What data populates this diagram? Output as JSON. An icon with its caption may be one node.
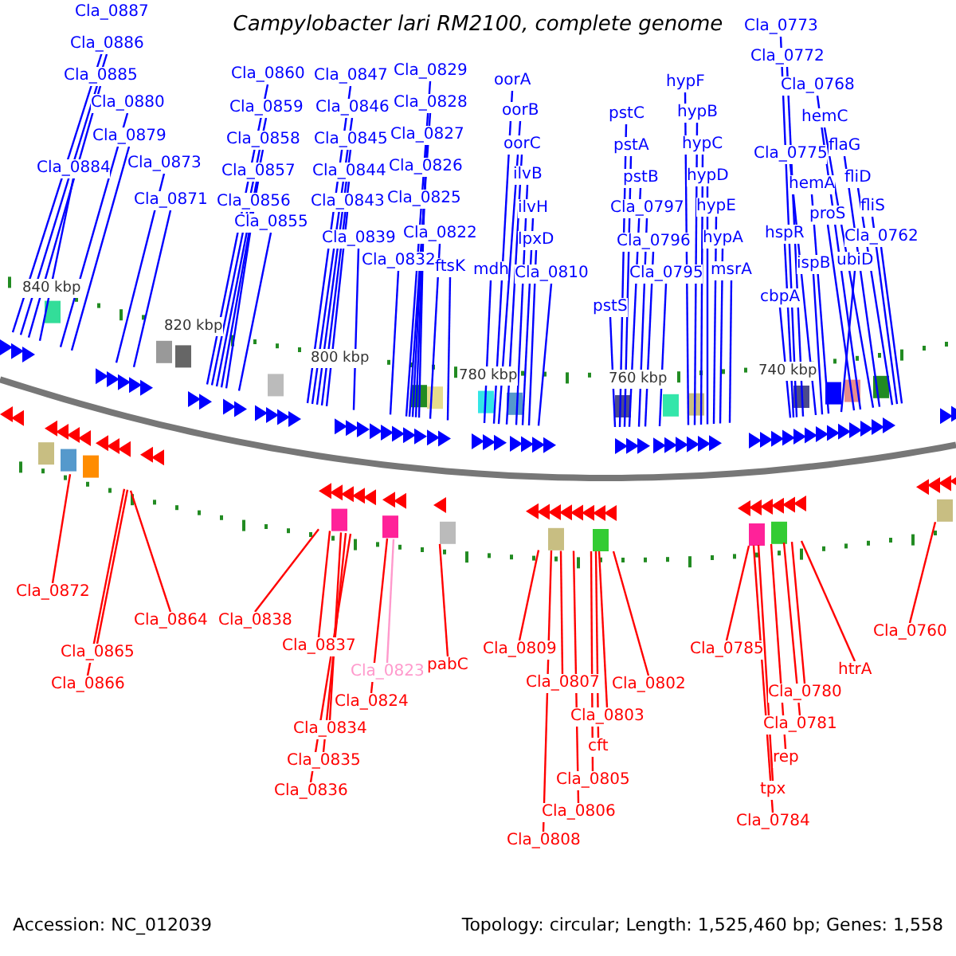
{
  "diagram": {
    "title": "Campylobacter lari RM2100, complete genome",
    "nodes": [
      {
        "text": [
          "Cla_0887"
        ]
      },
      {
        "text": [
          "Cla_0886"
        ]
      },
      {
        "text": [
          "Cla_0885"
        ]
      },
      {
        "text": [
          "Cla_0880"
        ]
      },
      {
        "text": [
          "Cla_0879"
        ]
      },
      {
        "text": [
          "Cla_0884"
        ]
      },
      {
        "text": [
          "Cla_0873"
        ]
      },
      {
        "text": [
          "Cla_0871"
        ]
      },
      {
        "text": [
          "Cla_0860"
        ]
      },
      {
        "text": [
          "Cla_0859"
        ]
      },
      {
        "text": [
          "Cla_0858"
        ]
      },
      {
        "text": [
          "Cla_0857"
        ]
      },
      {
        "text": [
          "Cla_0856"
        ]
      },
      {
        "text": [
          "Cla_0855"
        ]
      },
      {
        "text": [
          "Cla_0847"
        ]
      },
      {
        "text": [
          "Cla_0846"
        ]
      },
      {
        "text": [
          "Cla_0845"
        ]
      },
      {
        "text": [
          "Cla_0844"
        ]
      },
      {
        "text": [
          "Cla_0843"
        ]
      },
      {
        "text": [
          "Cla_0839"
        ]
      },
      {
        "text": [
          "Cla_0832"
        ]
      },
      {
        "text": [
          "Cla_0829"
        ]
      },
      {
        "text": [
          "Cla_0828"
        ]
      },
      {
        "text": [
          "Cla_0827"
        ]
      },
      {
        "text": [
          "Cla_0826"
        ]
      },
      {
        "text": [
          "Cla_0825"
        ]
      },
      {
        "text": [
          "Cla_0822"
        ]
      },
      {
        "text": [
          "ftsK"
        ]
      },
      {
        "text": [
          "mdh"
        ]
      },
      {
        "text": [
          "oorA"
        ]
      },
      {
        "text": [
          "oorB"
        ]
      },
      {
        "text": [
          "oorC"
        ]
      },
      {
        "text": [
          "ilvB"
        ]
      },
      {
        "text": [
          "ilvH"
        ]
      },
      {
        "text": [
          "lpxD"
        ]
      },
      {
        "text": [
          "Cla_0810"
        ]
      },
      {
        "text": [
          "pstS"
        ]
      },
      {
        "text": [
          "pstC"
        ]
      },
      {
        "text": [
          "pstA"
        ]
      },
      {
        "text": [
          "pstB"
        ]
      },
      {
        "text": [
          "Cla_0797"
        ]
      },
      {
        "text": [
          "Cla_0796"
        ]
      },
      {
        "text": [
          "Cla_0795"
        ]
      },
      {
        "text": [
          "hypF"
        ]
      },
      {
        "text": [
          "hypB"
        ]
      },
      {
        "text": [
          "hypC"
        ]
      },
      {
        "text": [
          "hypD"
        ]
      },
      {
        "text": [
          "hypE"
        ]
      },
      {
        "text": [
          "hypA"
        ]
      },
      {
        "text": [
          "msrA"
        ]
      },
      {
        "text": [
          "Cla_0773"
        ]
      },
      {
        "text": [
          "Cla_0772"
        ]
      },
      {
        "text": [
          "Cla_0768"
        ]
      },
      {
        "text": [
          "hemC"
        ]
      },
      {
        "text": [
          "Cla_0775"
        ]
      },
      {
        "text": [
          "flaG"
        ]
      },
      {
        "text": [
          "fliD"
        ]
      },
      {
        "text": [
          "hemA"
        ]
      },
      {
        "text": [
          "proS"
        ]
      },
      {
        "text": [
          "fliS"
        ]
      },
      {
        "text": [
          "Cla_0762"
        ]
      },
      {
        "text": [
          "hspR"
        ]
      },
      {
        "text": [
          "ispB"
        ]
      },
      {
        "text": [
          "ubiD"
        ]
      },
      {
        "text": [
          "cbpA"
        ]
      },
      {
        "text": [
          "Cla_0872"
        ]
      },
      {
        "text": [
          "Cla_0864"
        ]
      },
      {
        "text": [
          "Cla_0838"
        ]
      },
      {
        "text": [
          "Cla_0865"
        ]
      },
      {
        "text": [
          "Cla_0837"
        ]
      },
      {
        "text": [
          "Cla_0866"
        ]
      },
      {
        "text": [
          "Cla_0823"
        ]
      },
      {
        "text": [
          "pabC"
        ]
      },
      {
        "text": [
          "Cla_0824"
        ]
      },
      {
        "text": [
          "Cla_0834"
        ]
      },
      {
        "text": [
          "Cla_0835"
        ]
      },
      {
        "text": [
          "Cla_0836"
        ]
      },
      {
        "text": [
          "Cla_0809"
        ]
      },
      {
        "text": [
          "Cla_0807"
        ]
      },
      {
        "text": [
          "Cla_0802"
        ]
      },
      {
        "text": [
          "Cla_0803"
        ]
      },
      {
        "text": [
          "cft"
        ]
      },
      {
        "text": [
          "Cla_0805"
        ]
      },
      {
        "text": [
          "Cla_0806"
        ]
      },
      {
        "text": [
          "Cla_0808"
        ]
      },
      {
        "text": [
          "Cla_0785"
        ]
      },
      {
        "text": [
          "htrA"
        ]
      },
      {
        "text": [
          "Cla_0760"
        ]
      },
      {
        "text": [
          "Cla_0780"
        ]
      },
      {
        "text": [
          "Cla_0781"
        ]
      },
      {
        "text": [
          "rep"
        ]
      },
      {
        "text": [
          "tpx"
        ]
      },
      {
        "text": [
          "Cla_0784"
        ]
      }
    ],
    "edges": [
      {
        "from": 0,
        "to": null,
        "arrow": "none"
      },
      {
        "from": 1,
        "to": null,
        "arrow": "none"
      },
      {
        "from": 2,
        "to": null,
        "arrow": "none"
      },
      {
        "from": 3,
        "to": null,
        "arrow": "none"
      },
      {
        "from": 4,
        "to": null,
        "arrow": "none"
      },
      {
        "from": 5,
        "to": null,
        "arrow": "none"
      },
      {
        "from": 6,
        "to": null,
        "arrow": "none"
      },
      {
        "from": 7,
        "to": null,
        "arrow": "none"
      },
      {
        "from": 8,
        "to": null,
        "arrow": "none"
      },
      {
        "from": 9,
        "to": null,
        "arrow": "none"
      },
      {
        "from": 10,
        "to": null,
        "arrow": "none"
      },
      {
        "from": 11,
        "to": null,
        "arrow": "none"
      },
      {
        "from": 12,
        "to": null,
        "arrow": "none"
      },
      {
        "from": 13,
        "to": null,
        "arrow": "none"
      },
      {
        "from": 14,
        "to": null,
        "arrow": "none"
      },
      {
        "from": 15,
        "to": null,
        "arrow": "none"
      },
      {
        "from": 16,
        "to": null,
        "arrow": "none"
      },
      {
        "from": 17,
        "to": null,
        "arrow": "none"
      },
      {
        "from": 18,
        "to": null,
        "arrow": "none"
      },
      {
        "from": 19,
        "to": null,
        "arrow": "none"
      },
      {
        "from": 20,
        "to": null,
        "arrow": "none"
      },
      {
        "from": 21,
        "to": null,
        "arrow": "none"
      },
      {
        "from": 22,
        "to": null,
        "arrow": "none"
      },
      {
        "from": 23,
        "to": null,
        "arrow": "none"
      },
      {
        "from": 24,
        "to": null,
        "arrow": "none"
      },
      {
        "from": 25,
        "to": null,
        "arrow": "none"
      },
      {
        "from": 26,
        "to": null,
        "arrow": "none"
      },
      {
        "from": 27,
        "to": null,
        "arrow": "none"
      },
      {
        "from": 28,
        "to": null,
        "arrow": "none"
      },
      {
        "from": 29,
        "to": null,
        "arrow": "none"
      },
      {
        "from": 30,
        "to": null,
        "arrow": "none"
      },
      {
        "from": 31,
        "to": null,
        "arrow": "none"
      },
      {
        "from": 32,
        "to": null,
        "arrow": "none"
      },
      {
        "from": 33,
        "to": null,
        "arrow": "none"
      },
      {
        "from": 34,
        "to": null,
        "arrow": "none"
      },
      {
        "from": 35,
        "to": null,
        "arrow": "none"
      },
      {
        "from": 36,
        "to": null,
        "arrow": "none"
      },
      {
        "from": 37,
        "to": null,
        "arrow": "none"
      },
      {
        "from": 38,
        "to": null,
        "arrow": "none"
      },
      {
        "from": 39,
        "to": null,
        "arrow": "none"
      },
      {
        "from": 40,
        "to": null,
        "arrow": "none"
      },
      {
        "from": 41,
        "to": null,
        "arrow": "none"
      },
      {
        "from": 42,
        "to": null,
        "arrow": "none"
      },
      {
        "from": 43,
        "to": null,
        "arrow": "none"
      },
      {
        "from": 44,
        "to": null,
        "arrow": "none"
      },
      {
        "from": 45,
        "to": null,
        "arrow": "none"
      },
      {
        "from": 46,
        "to": null,
        "arrow": "none"
      },
      {
        "from": 47,
        "to": null,
        "arrow": "none"
      },
      {
        "from": 48,
        "to": null,
        "arrow": "none"
      },
      {
        "from": 49,
        "to": null,
        "arrow": "none"
      },
      {
        "from": 50,
        "to": null,
        "arrow": "none"
      },
      {
        "from": 51,
        "to": null,
        "arrow": "none"
      },
      {
        "from": 52,
        "to": null,
        "arrow": "none"
      },
      {
        "from": 53,
        "to": null,
        "arrow": "none"
      },
      {
        "from": 54,
        "to": null,
        "arrow": "none"
      },
      {
        "from": 55,
        "to": null,
        "arrow": "none"
      },
      {
        "from": 56,
        "to": null,
        "arrow": "none"
      },
      {
        "from": 57,
        "to": null,
        "arrow": "none"
      },
      {
        "from": 58,
        "to": null,
        "arrow": "none"
      },
      {
        "from": 59,
        "to": null,
        "arrow": "none"
      },
      {
        "from": 60,
        "to": null,
        "arrow": "none"
      },
      {
        "from": 61,
        "to": null,
        "arrow": "none"
      },
      {
        "from": 62,
        "to": null,
        "arrow": "none"
      },
      {
        "from": 63,
        "to": null,
        "arrow": "none"
      },
      {
        "from": 64,
        "to": null,
        "arrow": "none"
      },
      {
        "from": 65,
        "to": null,
        "arrow": "none",
        "color": "#ff0000"
      },
      {
        "from": 66,
        "to": null,
        "arrow": "none",
        "color": "#ff0000"
      },
      {
        "from": 67,
        "to": null,
        "arrow": "none",
        "color": "#ff0000"
      },
      {
        "from": 68,
        "to": null,
        "arrow": "none",
        "color": "#ff0000"
      },
      {
        "from": 69,
        "to": null,
        "arrow": "none",
        "color": "#ff0000"
      },
      {
        "from": 70,
        "to": null,
        "arrow": "none",
        "color": "#ff0000"
      },
      {
        "from": 71,
        "to": null,
        "arrow": "none",
        "color": "#ff99cc"
      },
      {
        "from": 72,
        "to": null,
        "arrow": "none",
        "color": "#ff0000"
      },
      {
        "from": 73,
        "to": null,
        "arrow": "none",
        "color": "#ff0000"
      },
      {
        "from": 74,
        "to": null,
        "arrow": "none",
        "color": "#ff0000"
      },
      {
        "from": 75,
        "to": null,
        "arrow": "none",
        "color": "#ff0000"
      },
      {
        "from": 76,
        "to": null,
        "arrow": "none",
        "color": "#ff0000"
      },
      {
        "from": 77,
        "to": null,
        "arrow": "none",
        "color": "#ff0000"
      },
      {
        "from": 78,
        "to": null,
        "arrow": "none",
        "color": "#ff0000"
      },
      {
        "from": 79,
        "to": null,
        "arrow": "none",
        "color": "#ff0000"
      },
      {
        "from": 80,
        "to": null,
        "arrow": "none",
        "color": "#ff0000"
      },
      {
        "from": 81,
        "to": null,
        "arrow": "none",
        "color": "#ff0000"
      },
      {
        "from": 82,
        "to": null,
        "arrow": "none",
        "color": "#ff0000"
      },
      {
        "from": 83,
        "to": null,
        "arrow": "none",
        "color": "#ff0000"
      },
      {
        "from": 84,
        "to": null,
        "arrow": "none",
        "color": "#ff0000"
      },
      {
        "from": 85,
        "to": null,
        "arrow": "none",
        "color": "#ff0000"
      },
      {
        "from": 86,
        "to": null,
        "arrow": "none",
        "color": "#ff0000"
      },
      {
        "from": 87,
        "to": null,
        "arrow": "none",
        "color": "#ff0000"
      },
      {
        "from": 88,
        "to": null,
        "arrow": "none",
        "color": "#ff0000"
      },
      {
        "from": 89,
        "to": null,
        "arrow": "none",
        "color": "#ff0000"
      },
      {
        "from": 90,
        "to": null,
        "arrow": "none",
        "color": "#ff0000"
      },
      {
        "from": 91,
        "to": null,
        "arrow": "none",
        "color": "#ff0000"
      },
      {
        "from": 92,
        "to": null,
        "arrow": "none",
        "color": "#ff0000"
      }
    ],
    "labels": [
      "840 kbp",
      "820 kbp",
      "800 kbp",
      "780 kbp",
      "760 kbp",
      "740 kbp",
      "Accession: NC_012039",
      "Topology: circular; Length: 1,525,460 bp; Genes: 1,558"
    ]
  }
}
